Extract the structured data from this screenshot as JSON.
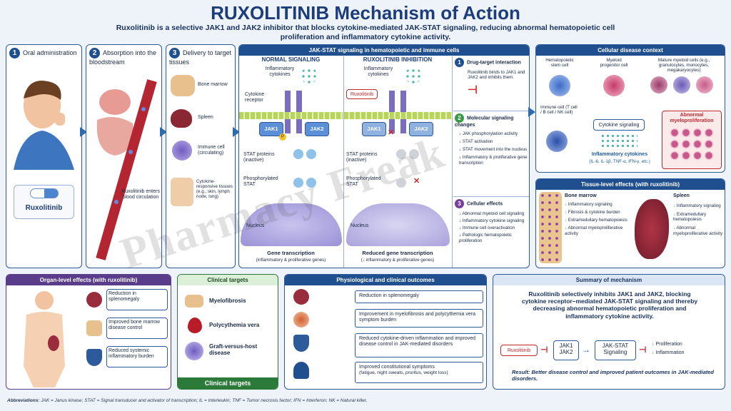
{
  "header": {
    "title": "RUXOLITINIB Mechanism of Action",
    "subtitle": "Ruxolitinib is a selective JAK1 and JAK2 inhibitor that blocks cytokine-mediated JAK-STAT signaling, reducing abnormal hematopoietic cell proliferation and inflammatory cytokine activity."
  },
  "steps": [
    {
      "num": "1",
      "label": "Oral administration",
      "pill": "Ruxolitinib"
    },
    {
      "num": "2",
      "label": "Absorption into the bloodstream",
      "note": "Ruxolitinib enters blood circulation"
    },
    {
      "num": "3",
      "label": "Delivery to target tissues",
      "tissues": [
        "Bone marrow",
        "Spleen",
        "Immune cell (circulating)",
        "Cytokine-responsive tissues (e.g., skin, lymph node, lung)"
      ]
    }
  ],
  "jakstat": {
    "header": "JAK-STAT signaling in hematopoietic and immune cells",
    "normal": {
      "title": "NORMAL SIGNALING",
      "cytokines": "Inflammatory cytokines",
      "receptor": "Cytokine receptor",
      "jak1": "JAK1",
      "jak2": "JAK2",
      "p": "P",
      "stat": "STAT proteins (inactive)",
      "pstat": "Phosphorylated STAT",
      "nucleus": "Nucleus",
      "gene": "Gene transcription",
      "gene_sub": "(inflammatory & proliferative genes)"
    },
    "inhib": {
      "title": "RUXOLITINIB INHIBITION",
      "cytokines": "Inflammatory cytokines",
      "drug": "Ruxolitinib",
      "jak1": "JAK1",
      "jak2": "JAK2",
      "stat": "STAT proteins (inactive)",
      "pstat": "Phosphorylated STAT",
      "nucleus": "Nucleus",
      "gene": "Reduced gene transcription",
      "gene_sub": "(↓ inflammatory & proliferative genes)"
    }
  },
  "interaction": {
    "s1": {
      "num": "1",
      "title": "Drug-target interaction",
      "text": "Ruxolitinib binds to JAK1 and JAK2 and inhibits them."
    },
    "s2": {
      "num": "2",
      "title": "Molecular signaling changes",
      "items": [
        "JAK phosphorylation activity",
        "STAT activation",
        "STAT movement into the nucleus",
        "Inflammatory & proliferative gene transcription"
      ]
    },
    "s3": {
      "num": "3",
      "title": "Cellular effects",
      "items": [
        "Abnormal myeloid cell signaling",
        "Inflammatory cytokine signaling",
        "Immune cell overactivation",
        "Pathologic hematopoietic proliferation"
      ]
    }
  },
  "cellular": {
    "header": "Cellular disease context",
    "hsc": "Hematopoietic stem cell",
    "myeloid": "Myeloid progenitor cell",
    "mature": "Mature myeloid cells (e.g., granulocytes, monocytes, megakaryocytes)",
    "immune": "Immune cell (T cell / B cell / NK cell)",
    "signaling": "Cytokine signaling",
    "cytokines": "Inflammatory cytokines",
    "cyto_list": "(IL-6, IL-1β, TNF-α, IFN-γ, etc.)",
    "abnormal": "Abnormal myeloproliferation"
  },
  "tissue": {
    "header": "Tissue-level effects  (with ruxolitinib)",
    "bm": {
      "title": "Bone marrow",
      "items": [
        "Inflammatory signaling",
        "Fibrosis & cytokine burden",
        "Extramedullary hematopoiesis",
        "Abnormal myeloproliferative activity"
      ]
    },
    "sp": {
      "title": "Spleen",
      "items": [
        "Inflammatory signaling",
        "Extramedullary hematopoiesis",
        "Abnormal myeloproliferative activity"
      ]
    }
  },
  "organ": {
    "header": "Organ-level effects  (with ruxolitinib)",
    "items": [
      "Reduction in splenomegaly",
      "Improved bone marrow disease control",
      "Reduced systemic inflammatory burden"
    ]
  },
  "clinical": {
    "header": "Clinical targets",
    "items": [
      "Myelofibrosis",
      "Polycythemia vera",
      "Graft-versus-host disease"
    ],
    "footer": "Clinical targets"
  },
  "outcomes": {
    "header": "Physiological and clinical outcomes",
    "items": [
      "Reduction in splenomegaly",
      "Improvement in myelofibrosis and polycythemia vera symptom burden",
      "Reduced cytokine-driven inflammation and improved disease control in JAK-mediated disorders",
      "Improved constitutional symptoms"
    ],
    "sub": "(fatigue, night sweats, pruritus, weight loss)"
  },
  "summary": {
    "header": "Summary of mechanism",
    "text": "Ruxolitinib selectively inhibits JAK1 and JAK2, blocking cytokine receptor–mediated JAK-STAT signaling and thereby decreasing abnormal hematopoietic proliferation and inflammatory cytokine activity.",
    "drug": "Ruxolitinib",
    "jak": "JAK1 JAK2",
    "jakstat": "JAK-STAT Signaling",
    "out1": "Proliferation",
    "out2": "Inflammation",
    "result_label": "Result:",
    "result": "Better disease control and improved patient outcomes in JAK-mediated disorders."
  },
  "abbrev": {
    "label": "Abbreviations:",
    "text": "JAK = Janus kinase; STAT = Signal transducer and activator of transcription; IL = Interleukin; TNF = Tumor necrosis factor; IFN = Interferon; NK = Natural killer."
  },
  "watermark": "Pharmacy Freak"
}
